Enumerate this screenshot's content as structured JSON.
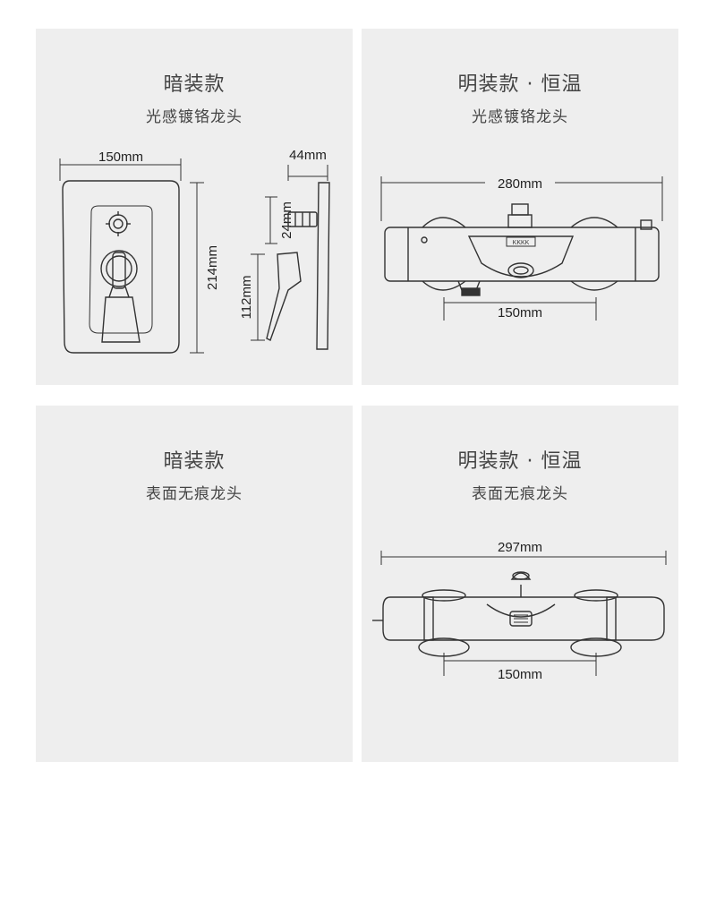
{
  "panels": [
    {
      "title": "暗装款",
      "subtitle": "光感镀铬龙头",
      "dims": {
        "width": "150mm",
        "height": "214mm",
        "depth": "44mm",
        "outlet": "24mm",
        "handle": "112mm"
      }
    },
    {
      "title": "明装款 · 恒温",
      "subtitle": "光感镀铬龙头",
      "dims": {
        "length": "280mm",
        "spacing": "150mm"
      },
      "brand": "KKKK"
    },
    {
      "title": "暗装款",
      "subtitle": "表面无痕龙头"
    },
    {
      "title": "明装款 · 恒温",
      "subtitle": "表面无痕龙头",
      "dims": {
        "length": "297mm",
        "spacing": "150mm"
      }
    }
  ],
  "colors": {
    "panel_bg": "#eeeeee",
    "line": "#333333"
  }
}
